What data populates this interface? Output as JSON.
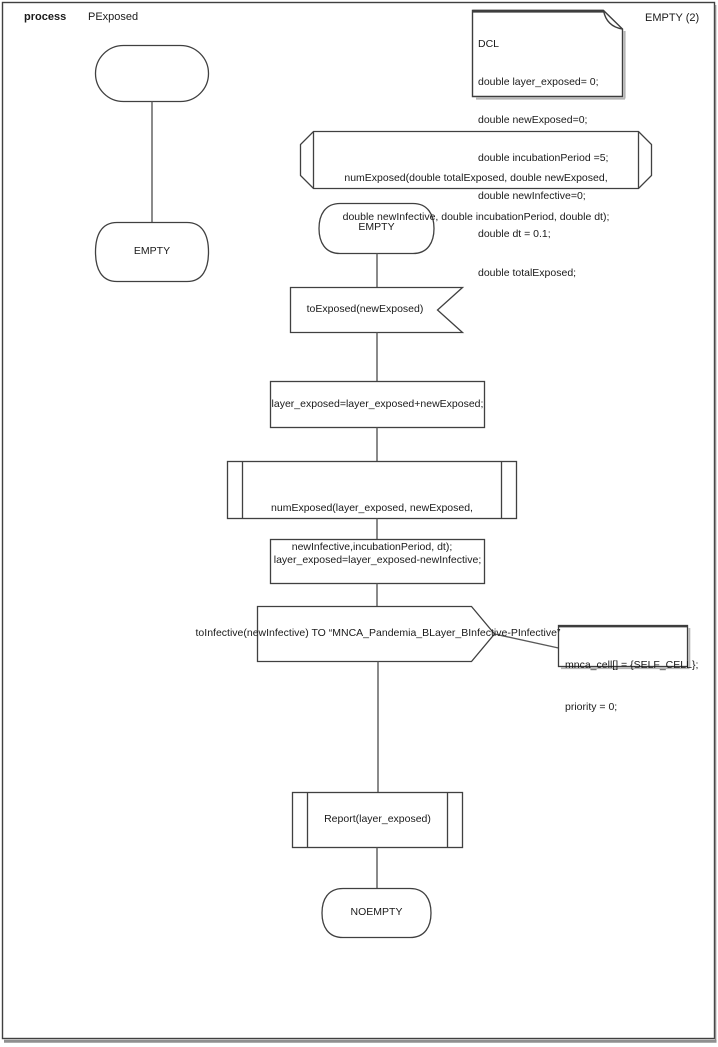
{
  "header": {
    "kind_label": "process",
    "process_name": "PExposed",
    "instance_note": "EMPTY (2)"
  },
  "declarations": {
    "title": "DCL",
    "lines": [
      "double layer_exposed= 0;",
      "double newExposed=0;",
      "double incubationPeriod =5;",
      "double newInfective=0;",
      "double dt = 0.1;",
      "double totalExposed;"
    ]
  },
  "signature": {
    "lines": [
      "numExposed(double totalExposed, double newExposed,",
      "double newInfective, double incubationPeriod, double dt);"
    ]
  },
  "left_branch": {
    "state": "EMPTY"
  },
  "main_flow": {
    "initial_state": "EMPTY",
    "input_signal": "toExposed(newExposed)",
    "task_add": "layer_exposed=layer_exposed+newExposed;",
    "procedure_call": {
      "lines": [
        "numExposed(layer_exposed, newExposed,",
        "newInfective,incubationPeriod, dt);"
      ]
    },
    "task_subtract": "layer_exposed=layer_exposed-newInfective;",
    "output_signal": "toInfective(newInfective) TO “MNCA_Pandemia_BLayer_BInfective-PInfective”",
    "comment": {
      "lines": [
        "mnca_cell[] = {SELF_CELL};",
        "priority = 0;"
      ]
    },
    "report_call": "Report(layer_exposed)",
    "final_state": "NOEMPTY"
  },
  "colors": {
    "shape_stroke": "#404040",
    "connector": "#595959",
    "shadow": "#ababab",
    "text": "#1a1a1a",
    "background": "#ffffff"
  }
}
